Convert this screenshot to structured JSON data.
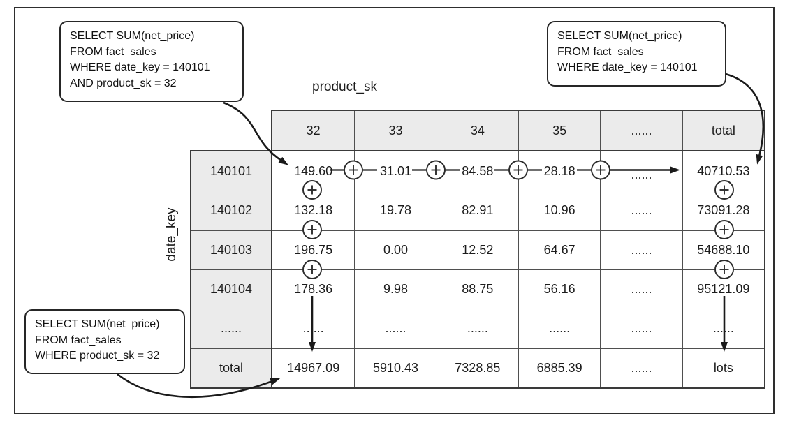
{
  "diagram": {
    "title_context": "fact table aggregation grid",
    "col_axis_label": "product_sk",
    "row_axis_label": "date_key",
    "callouts": {
      "top_left": {
        "lines": [
          "SELECT SUM(net_price)",
          "FROM fact_sales",
          "WHERE date_key = 140101",
          "AND product_sk = 32"
        ]
      },
      "top_right": {
        "lines": [
          "SELECT SUM(net_price)",
          "FROM fact_sales",
          "WHERE date_key = 140101"
        ]
      },
      "bottom_left": {
        "lines": [
          "SELECT SUM(net_price)",
          "FROM fact_sales",
          "WHERE product_sk = 32"
        ]
      }
    },
    "table": {
      "col_headers": [
        "32",
        "33",
        "34",
        "35",
        "......",
        "total"
      ],
      "row_headers": [
        "140101",
        "140102",
        "140103",
        "140104",
        "......",
        "total"
      ],
      "rows": [
        [
          "149.60",
          "31.01",
          "84.58",
          "28.18",
          "......",
          "40710.53"
        ],
        [
          "132.18",
          "19.78",
          "82.91",
          "10.96",
          "......",
          "73091.28"
        ],
        [
          "196.75",
          "0.00",
          "12.52",
          "64.67",
          "......",
          "54688.10"
        ],
        [
          "178.36",
          "9.98",
          "88.75",
          "56.16",
          "......",
          "95121.09"
        ],
        [
          "......",
          "......",
          "......",
          "......",
          "......",
          "......"
        ],
        [
          "14967.09",
          "5910.43",
          "7328.85",
          "6885.39",
          "......",
          "lots"
        ]
      ]
    },
    "plus_icon": "+",
    "colors": {
      "header_bg": "#ebebeb",
      "grid_line": "#4f4f4f",
      "arrow": "#1a1a1a",
      "circle_stroke": "#2b2b2b"
    }
  }
}
